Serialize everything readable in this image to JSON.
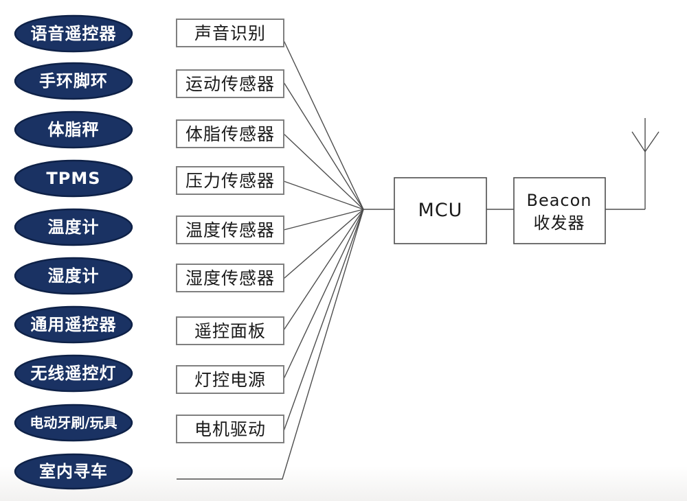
{
  "diagram": {
    "description": "BLE Beacon application block diagram",
    "rows": [
      {
        "device": "语音遥控器",
        "module": "声音识别"
      },
      {
        "device": "手环脚环",
        "module": "运动传感器"
      },
      {
        "device": "体脂秤",
        "module": "体脂传感器"
      },
      {
        "device": "TPMS",
        "module": "压力传感器"
      },
      {
        "device": "温度计",
        "module": "温度传感器"
      },
      {
        "device": "湿度计",
        "module": "湿度传感器"
      },
      {
        "device": "通用遥控器",
        "module": "遥控面板"
      },
      {
        "device": "无线遥控灯",
        "module": "灯控电源"
      },
      {
        "device": "电动牙刷/玩具",
        "module": "电机驱动"
      },
      {
        "device": "室内寻车",
        "module": ""
      }
    ],
    "mcu": {
      "label": "MCU"
    },
    "beacon": {
      "line1": "Beacon",
      "line2": "收发器"
    },
    "icons": {
      "antenna": "antenna-icon"
    },
    "colors": {
      "ellipse_fill": "#1a3263",
      "ellipse_stroke": "#0e2147",
      "ellipse_text": "#ffffff",
      "box_fill": "#ffffff",
      "box_stroke": "#7f7f7f",
      "box_text": "#1a1a1a",
      "wire": "#4d4d4d",
      "background": "#ffffff"
    }
  }
}
